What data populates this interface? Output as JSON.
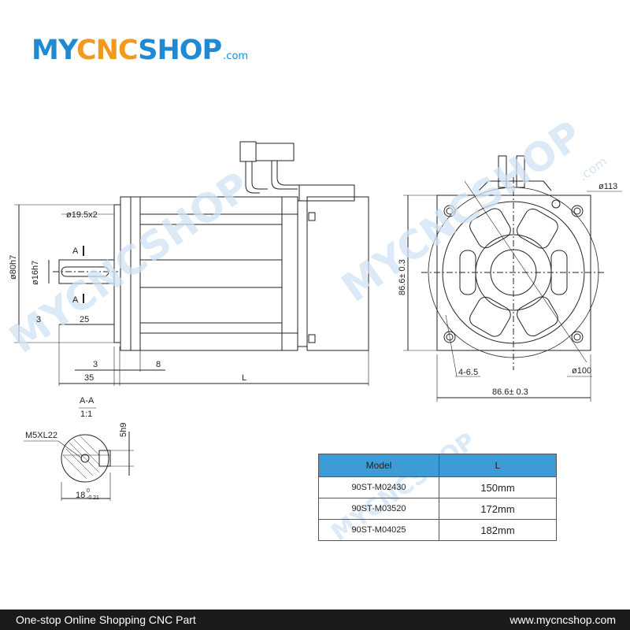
{
  "logo": {
    "part1": "MY",
    "part2": "CNC",
    "part3": "SHOP",
    "suffix": ".com"
  },
  "drawing": {
    "side_view": {
      "flange_dia": "ø19.5x2",
      "body_dia": "ø80h7",
      "shaft_dia": "ø16h7",
      "section_mark_top": "A",
      "section_mark_bottom": "A",
      "key_offset": "3",
      "shaft_length": "25",
      "pilot": "3",
      "flange_thickness": "8",
      "shaft_total": "35",
      "overall_length": "L"
    },
    "front_view": {
      "bolt_circle": "ø113",
      "height": "86.6± 0.3",
      "holes": "4-6.5",
      "pilot_dia": "ø100",
      "width": "86.6± 0.3"
    },
    "section": {
      "title": "A-A",
      "scale": "1:1",
      "thread": "M5XL22",
      "key_width": "5h9",
      "shaft_height": "18",
      "tolerance_top": "0",
      "tolerance_bottom": "-0.21"
    }
  },
  "watermark": {
    "text": "MYCNCSHOP",
    "suffix": ".com"
  },
  "table": {
    "header": {
      "model": "Model",
      "length": "L"
    },
    "rows": [
      {
        "model": "90ST-M02430",
        "length": "150mm"
      },
      {
        "model": "90ST-M03520",
        "length": "172mm"
      },
      {
        "model": "90ST-M04025",
        "length": "182mm"
      }
    ]
  },
  "footer": {
    "left": "One-stop Online Shopping CNC Part",
    "right": "www.mycncshop.com"
  },
  "colors": {
    "logo_blue": "#1f8ad4",
    "logo_orange": "#f39a1e",
    "table_header": "#3d9bd6",
    "footer_bg": "#1b1b1b"
  }
}
